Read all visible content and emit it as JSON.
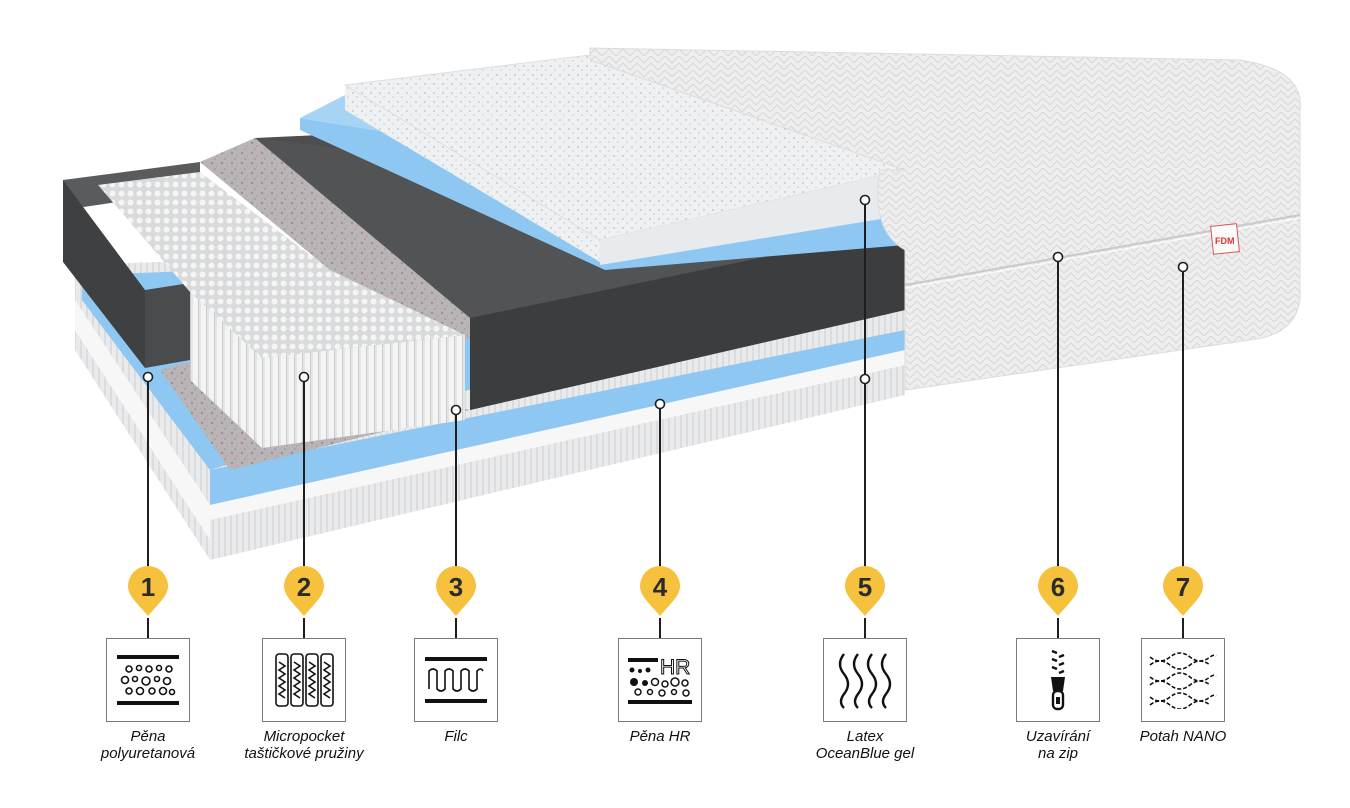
{
  "brand_label": "FDM",
  "layers": [
    {
      "number": "1",
      "lines": [
        "Pěna",
        "polyuretanová"
      ],
      "icon": "foam-bubbles-icon"
    },
    {
      "number": "2",
      "lines": [
        "Micropocket",
        "taštičkové pružiny"
      ],
      "icon": "pocket-springs-icon"
    },
    {
      "number": "3",
      "lines": [
        "Filc"
      ],
      "icon": "felt-icon"
    },
    {
      "number": "4",
      "lines": [
        "Pěna HR"
      ],
      "icon": "hr-foam-icon"
    },
    {
      "number": "5",
      "lines": [
        "Latex",
        "OceanBlue gel"
      ],
      "icon": "latex-waves-icon"
    },
    {
      "number": "6",
      "lines": [
        "Uzavírání",
        "na zip"
      ],
      "icon": "zipper-icon"
    },
    {
      "number": "7",
      "lines": [
        "Potah NANO"
      ],
      "icon": "nano-cover-icon"
    }
  ],
  "colors": {
    "pin_yellow": "#f6c23d",
    "dark_foam": "#4a4b4d",
    "blue_gel": "#8ec7f2",
    "white_foam": "#f3f4f5",
    "fabric": "#eceded"
  }
}
